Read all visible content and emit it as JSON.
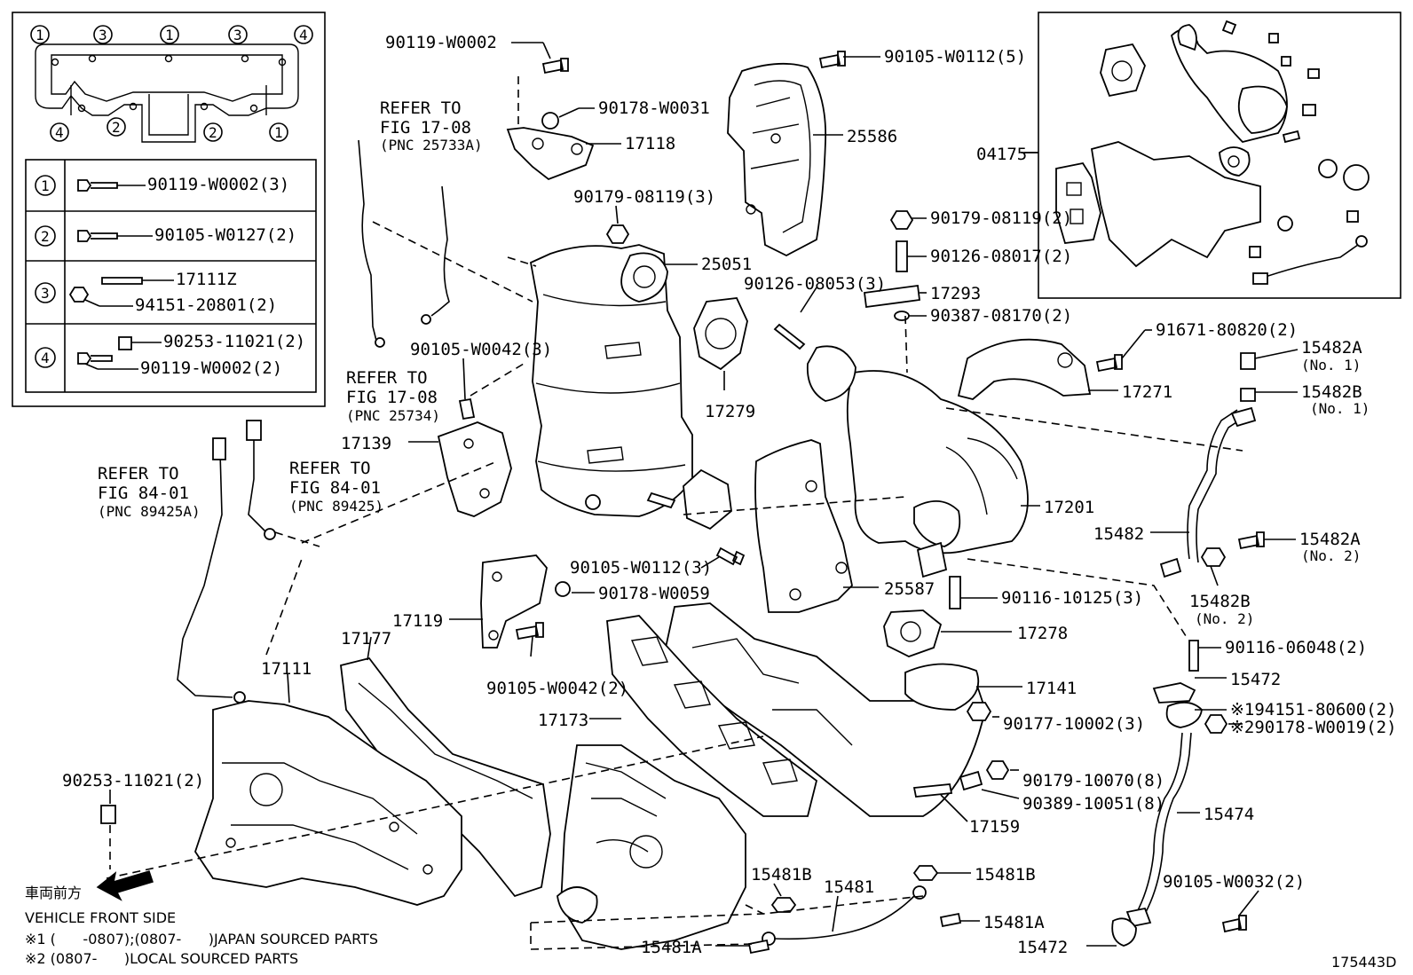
{
  "diagram_id": "175443D",
  "legend": {
    "circles": [
      "1",
      "3",
      "1",
      "3",
      "4",
      "4",
      "2",
      "2",
      "1"
    ],
    "rows": [
      {
        "num": "1",
        "parts": [
          "90119-W0002(3)"
        ]
      },
      {
        "num": "2",
        "parts": [
          "90105-W0127(2)"
        ]
      },
      {
        "num": "3",
        "parts": [
          "17111Z",
          "94151-20801(2)"
        ]
      },
      {
        "num": "4",
        "parts": [
          "90253-11021(2)",
          "90119-W0002(2)"
        ]
      }
    ]
  },
  "refs": {
    "r1": [
      "REFER TO",
      "FIG 17-08",
      "(PNC 25733A)"
    ],
    "r2": [
      "REFER TO",
      "FIG 17-08",
      "(PNC 25734)"
    ],
    "r3": [
      "REFER TO",
      "FIG 84-01",
      "(PNC 89425A)"
    ],
    "r4": [
      "REFER TO",
      "FIG 84-01",
      "(PNC 89425)"
    ]
  },
  "labels": {
    "p90119_W0002": "90119-W0002",
    "p90105_W0112_5": "90105-W0112(5)",
    "p90178_W0031": "90178-W0031",
    "p17118": "17118",
    "p25586": "25586",
    "p04175": "04175",
    "p90179_08119_3": "90179-08119(3)",
    "p90179_08119_2": "90179-08119(2)",
    "p90126_08017_2": "90126-08017(2)",
    "p25051": "25051",
    "p90126_08053_3": "90126-08053(3)",
    "p17293": "17293",
    "p90387_08170_2": "90387-08170(2)",
    "p91671_80820_2": "91671-80820(2)",
    "p15482A_1": "15482A",
    "p15482A_1_no": "(No. 1)",
    "p15482B_1": "15482B",
    "p15482B_1_no": "(No. 1)",
    "p90105_W0042_3": "90105-W0042(3)",
    "p17279": "17279",
    "p17271": "17271",
    "p17139": "17139",
    "p17201": "17201",
    "p15482": "15482",
    "p15482A_2": "15482A",
    "p15482A_2_no": "(No. 2)",
    "p90105_W0112_3": "90105-W0112(3)",
    "p25587": "25587",
    "p15482B_2": "15482B",
    "p15482B_2_no": "(No. 2)",
    "p90178_W0059": "90178-W0059",
    "p90116_10125_3": "90116-10125(3)",
    "p17119": "17119",
    "p17278": "17278",
    "p17177": "17177",
    "p90116_06048_2": "90116-06048(2)",
    "p17111": "17111",
    "p90105_W0042_2": "90105-W0042(2)",
    "p15472a": "15472",
    "p17141": "17141",
    "p194151": "※194151-80600(2)",
    "p290178": "※290178-W0019(2)",
    "p17173": "17173",
    "p90177_10002_3": "90177-10002(3)",
    "p90253_11021_2": "90253-11021(2)",
    "p90179_10070_8": "90179-10070(8)",
    "p90389_10051_8": "90389-10051(8)",
    "p17159": "17159",
    "p15474": "15474",
    "p15481B_a": "15481B",
    "p15481": "15481",
    "p15481B_b": "15481B",
    "p90105_W0032_2": "90105-W0032(2)",
    "p15481A_b": "15481A",
    "p15481A_a": "15481A",
    "p15472b": "15472"
  },
  "footer": {
    "front_jp": "車両前方",
    "front_en": "VEHICLE FRONT SIDE",
    "note1": "※1 (      -0807);(0807-      )JAPAN SOURCED PARTS",
    "note2": "※2 (0807-      )LOCAL SOURCED PARTS"
  }
}
